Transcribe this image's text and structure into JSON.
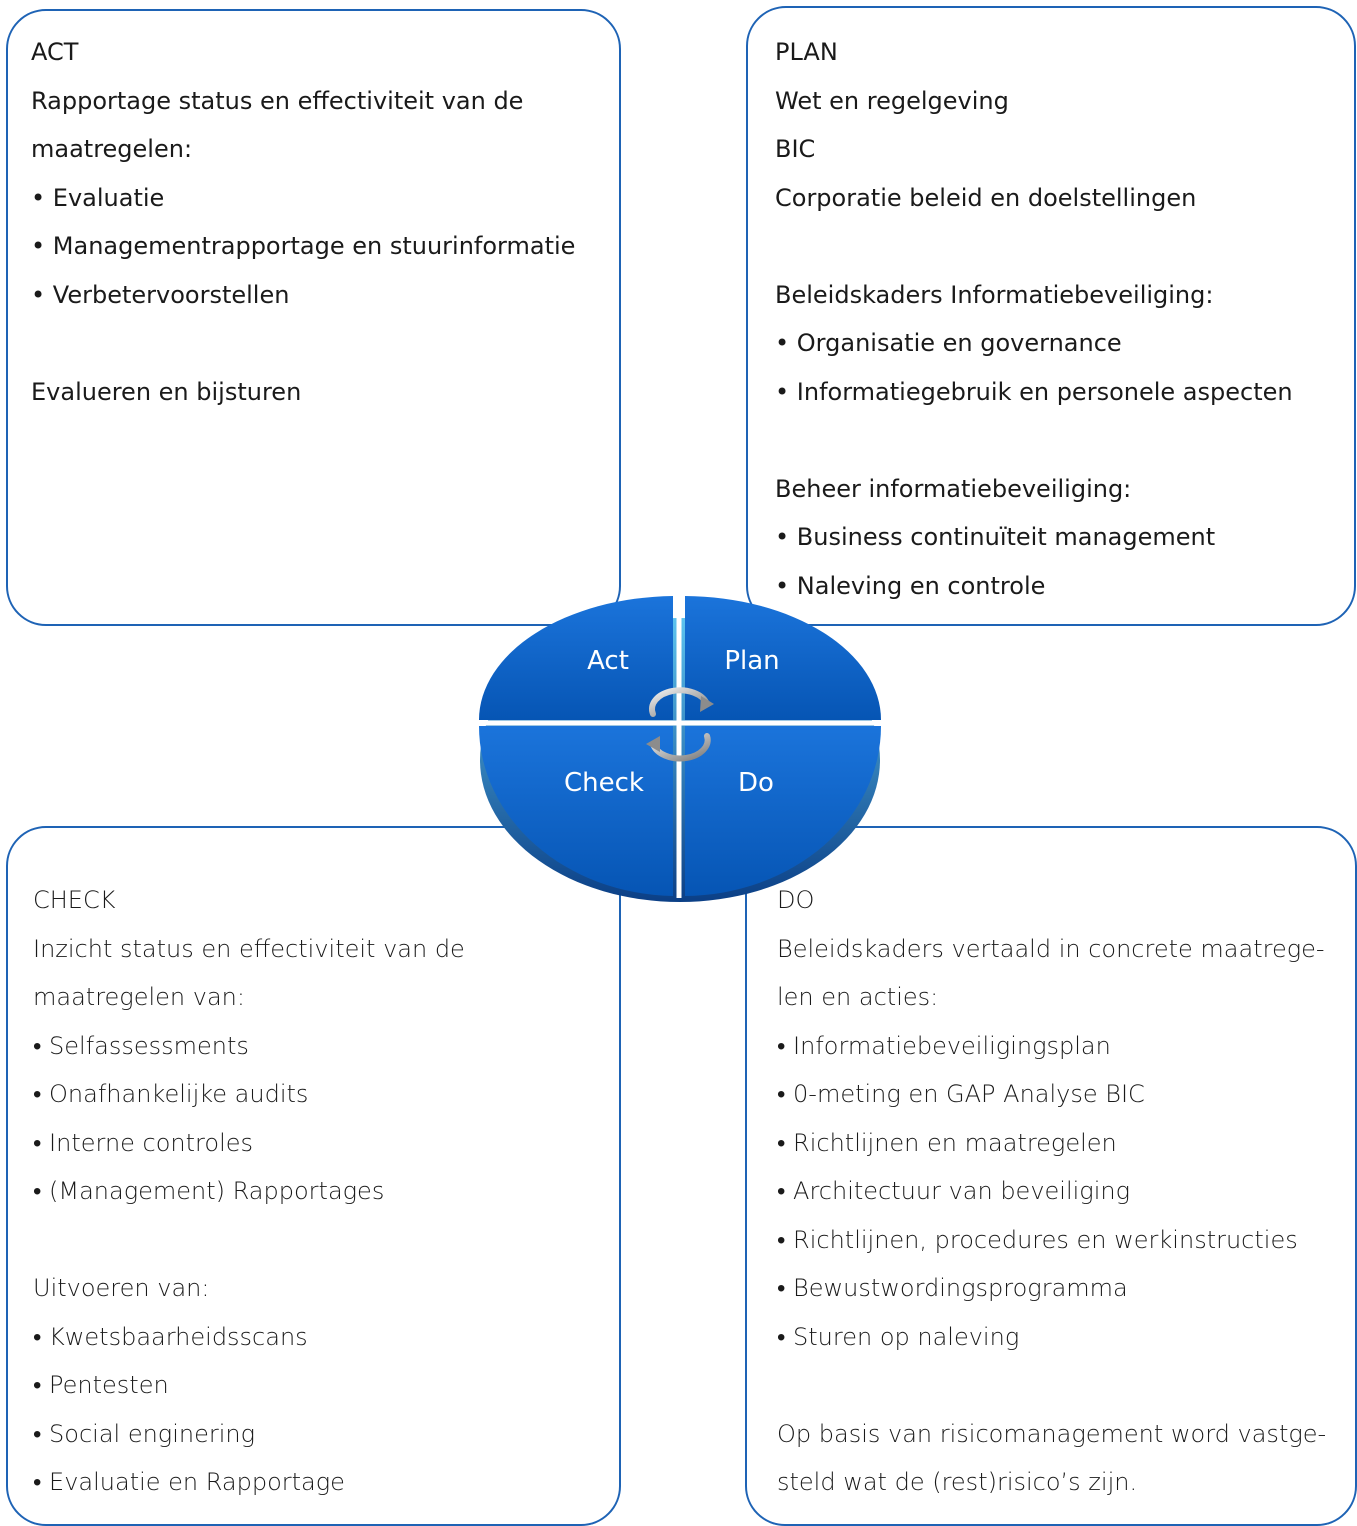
{
  "act": {
    "lines": [
      "ACT",
      "Rapportage status en effectiviteit van de",
      "maatregelen:",
      "• Evaluatie",
      "• Managementrapportage en stuurinformatie",
      "• Verbetervoorstellen",
      "",
      "Evalueren en bijsturen"
    ]
  },
  "plan": {
    "lines": [
      "PLAN",
      "Wet en regelgeving",
      "BIC",
      "Corporatie beleid en doelstellingen",
      "",
      "Beleidskaders Informatiebeveiliging:",
      "• Organisatie en governance",
      "• Informatiegebruik en personele aspecten",
      "",
      "Beheer informatiebeveiliging:",
      "• Business continuïteit management",
      "• Naleving en controle"
    ]
  },
  "check": {
    "lines": [
      "CHECK",
      "Inzicht status en effectiviteit van de",
      "maatregelen van:",
      "• Selfassessments",
      "• Onafhankelijke audits",
      "• Interne controles",
      "• (Management) Rapportages",
      "",
      "Uitvoeren van:",
      "• Kwetsbaarheidsscans",
      "• Pentesten",
      "• Social enginering",
      "• Evaluatie en Rapportage"
    ]
  },
  "do": {
    "lines": [
      "DO",
      "Beleidskaders vertaald in concrete maatrege-",
      "len en acties:",
      "• Informatiebeveiligingsplan",
      "• 0-meting en GAP Analyse BIC",
      "• Richtlijnen en maatregelen",
      "• Architectuur van beveiliging",
      "• Richtlijnen, procedures en werkinstructies",
      "• Bewustwordingsprogramma",
      "• Sturen op naleving",
      "",
      "Op basis van risicomanagement word vastge-",
      "steld wat de  (rest)risico’s zijn."
    ]
  },
  "cycle": {
    "act_label": "Act",
    "plan_label": "Plan",
    "check_label": "Check",
    "do_label": "Do"
  },
  "colors": {
    "border": "#1e63b5",
    "segment": "#0a62c9",
    "segment_edge": "#0b3f86",
    "label": "#ffffff"
  }
}
